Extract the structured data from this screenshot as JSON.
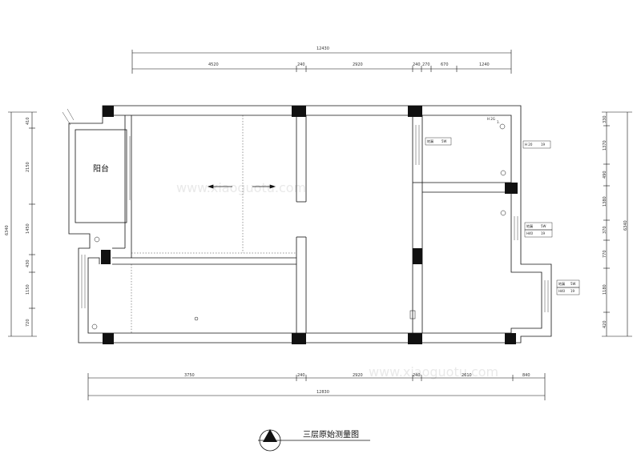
{
  "drawing": {
    "title": "三层原始测量图",
    "room_label": "阳台"
  },
  "dimensions": {
    "top_total": "12430",
    "top_segments": [
      "4520",
      "240",
      "2920",
      "240",
      "270",
      "670",
      "1240"
    ],
    "bottom_segments": [
      "3750",
      "240",
      "2920",
      "240",
      "2610",
      "840"
    ],
    "bottom_total": "12830",
    "left_segments": [
      "410",
      "2150",
      "1450",
      "430",
      "1150",
      "720"
    ],
    "left_total": "6340",
    "right_segments": [
      "330",
      "1370",
      "490",
      "1380",
      "370",
      "770",
      "1180",
      "420"
    ],
    "right_total": "6340"
  },
  "notes": [
    {
      "label": "地漏",
      "value": "5W"
    },
    {
      "label": "H 20",
      "value": "19"
    },
    {
      "label": "地漏",
      "value": "5W"
    },
    {
      "label": "H40",
      "value": "19"
    },
    {
      "label": "地漏",
      "value": "5W"
    },
    {
      "label": "H40",
      "value": "19"
    },
    {
      "label": "H 2G",
      "value": "1."
    }
  ],
  "watermark": "www.xiaoguotu.com"
}
